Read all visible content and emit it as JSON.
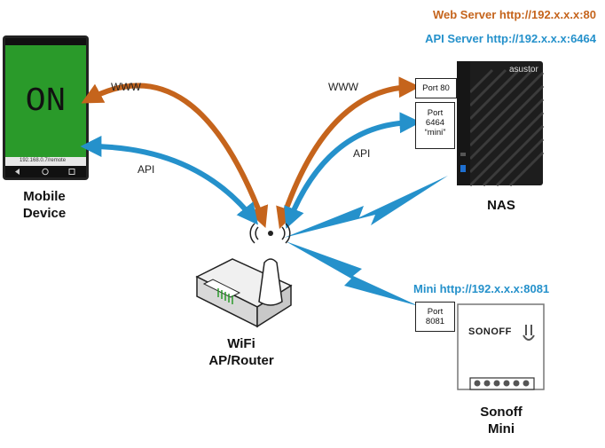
{
  "colors": {
    "web": "#c5641c",
    "api": "#2591cb",
    "phone_screen": "#2a9a2a",
    "nas_body": "#1d1d1d"
  },
  "headers": {
    "web_server": "Web Server http://192.x.x.x:80",
    "api_server": "API  Server http://192.x.x.x:6464",
    "mini": "Mini http://192.x.x.x:8081"
  },
  "phone": {
    "screen_text": "ON",
    "url_text": "192.168.0.7/remote",
    "label": [
      "Mobile",
      "Device"
    ]
  },
  "links": {
    "www_left": "WWW",
    "api_left": "API",
    "www_right": "WWW",
    "api_right": "API"
  },
  "nas": {
    "brand": "asustor",
    "label": "NAS",
    "port80": "Port 80",
    "port6464": [
      "Port",
      "6464",
      "“mini”"
    ]
  },
  "router": {
    "label": [
      "WiFi",
      "AP/Router"
    ]
  },
  "sonoff": {
    "port": [
      "Port",
      "8081"
    ],
    "brand": "SONOFF",
    "label": [
      "Sonoff",
      "Mini"
    ]
  }
}
